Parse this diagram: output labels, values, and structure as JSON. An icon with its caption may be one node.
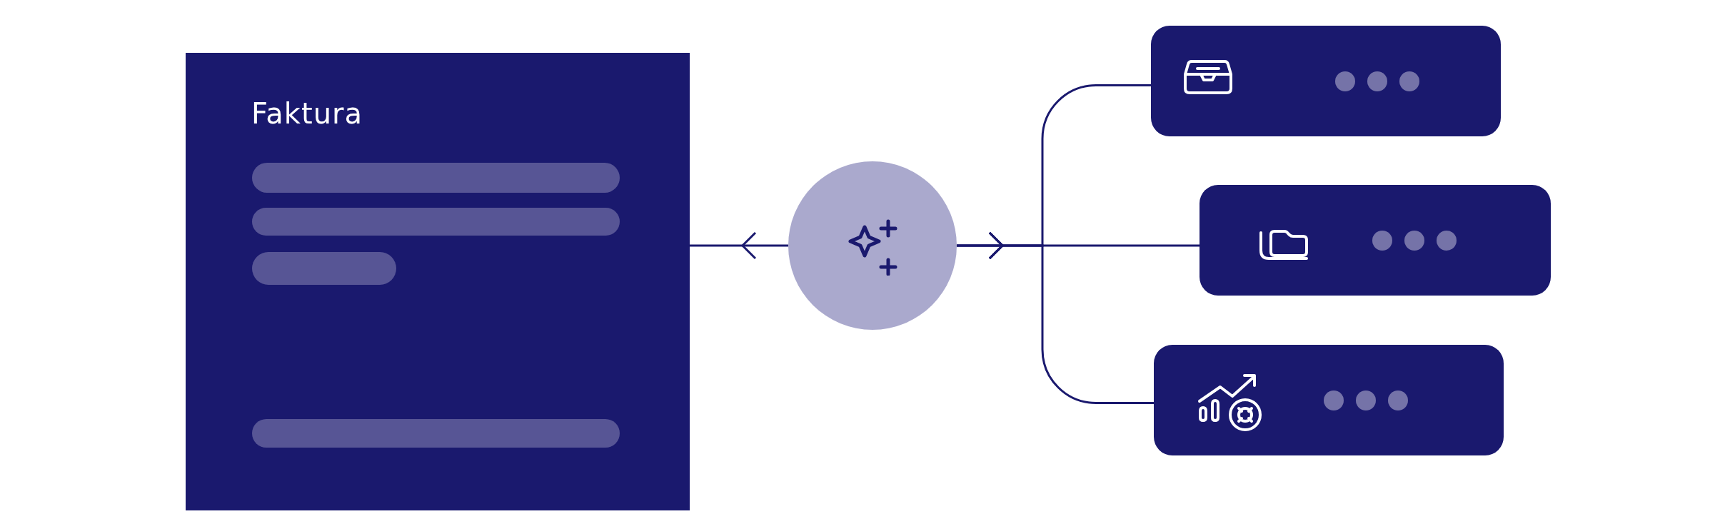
{
  "diagram": {
    "nodes": [
      {
        "text": [
          "Faktura"
        ]
      },
      {
        "text": [],
        "shape": "circle"
      },
      {
        "text": [],
        "shape": "box"
      },
      {
        "text": [],
        "shape": "box"
      },
      {
        "text": [],
        "shape": "box"
      }
    ],
    "edges": [
      {
        "from": 1,
        "to": 0,
        "arrow": "to"
      },
      {
        "from": 1,
        "to": 2,
        "arrow": "to"
      },
      {
        "from": 1,
        "to": 3,
        "arrow": "to"
      },
      {
        "from": 1,
        "to": 4,
        "arrow": "to"
      }
    ]
  }
}
